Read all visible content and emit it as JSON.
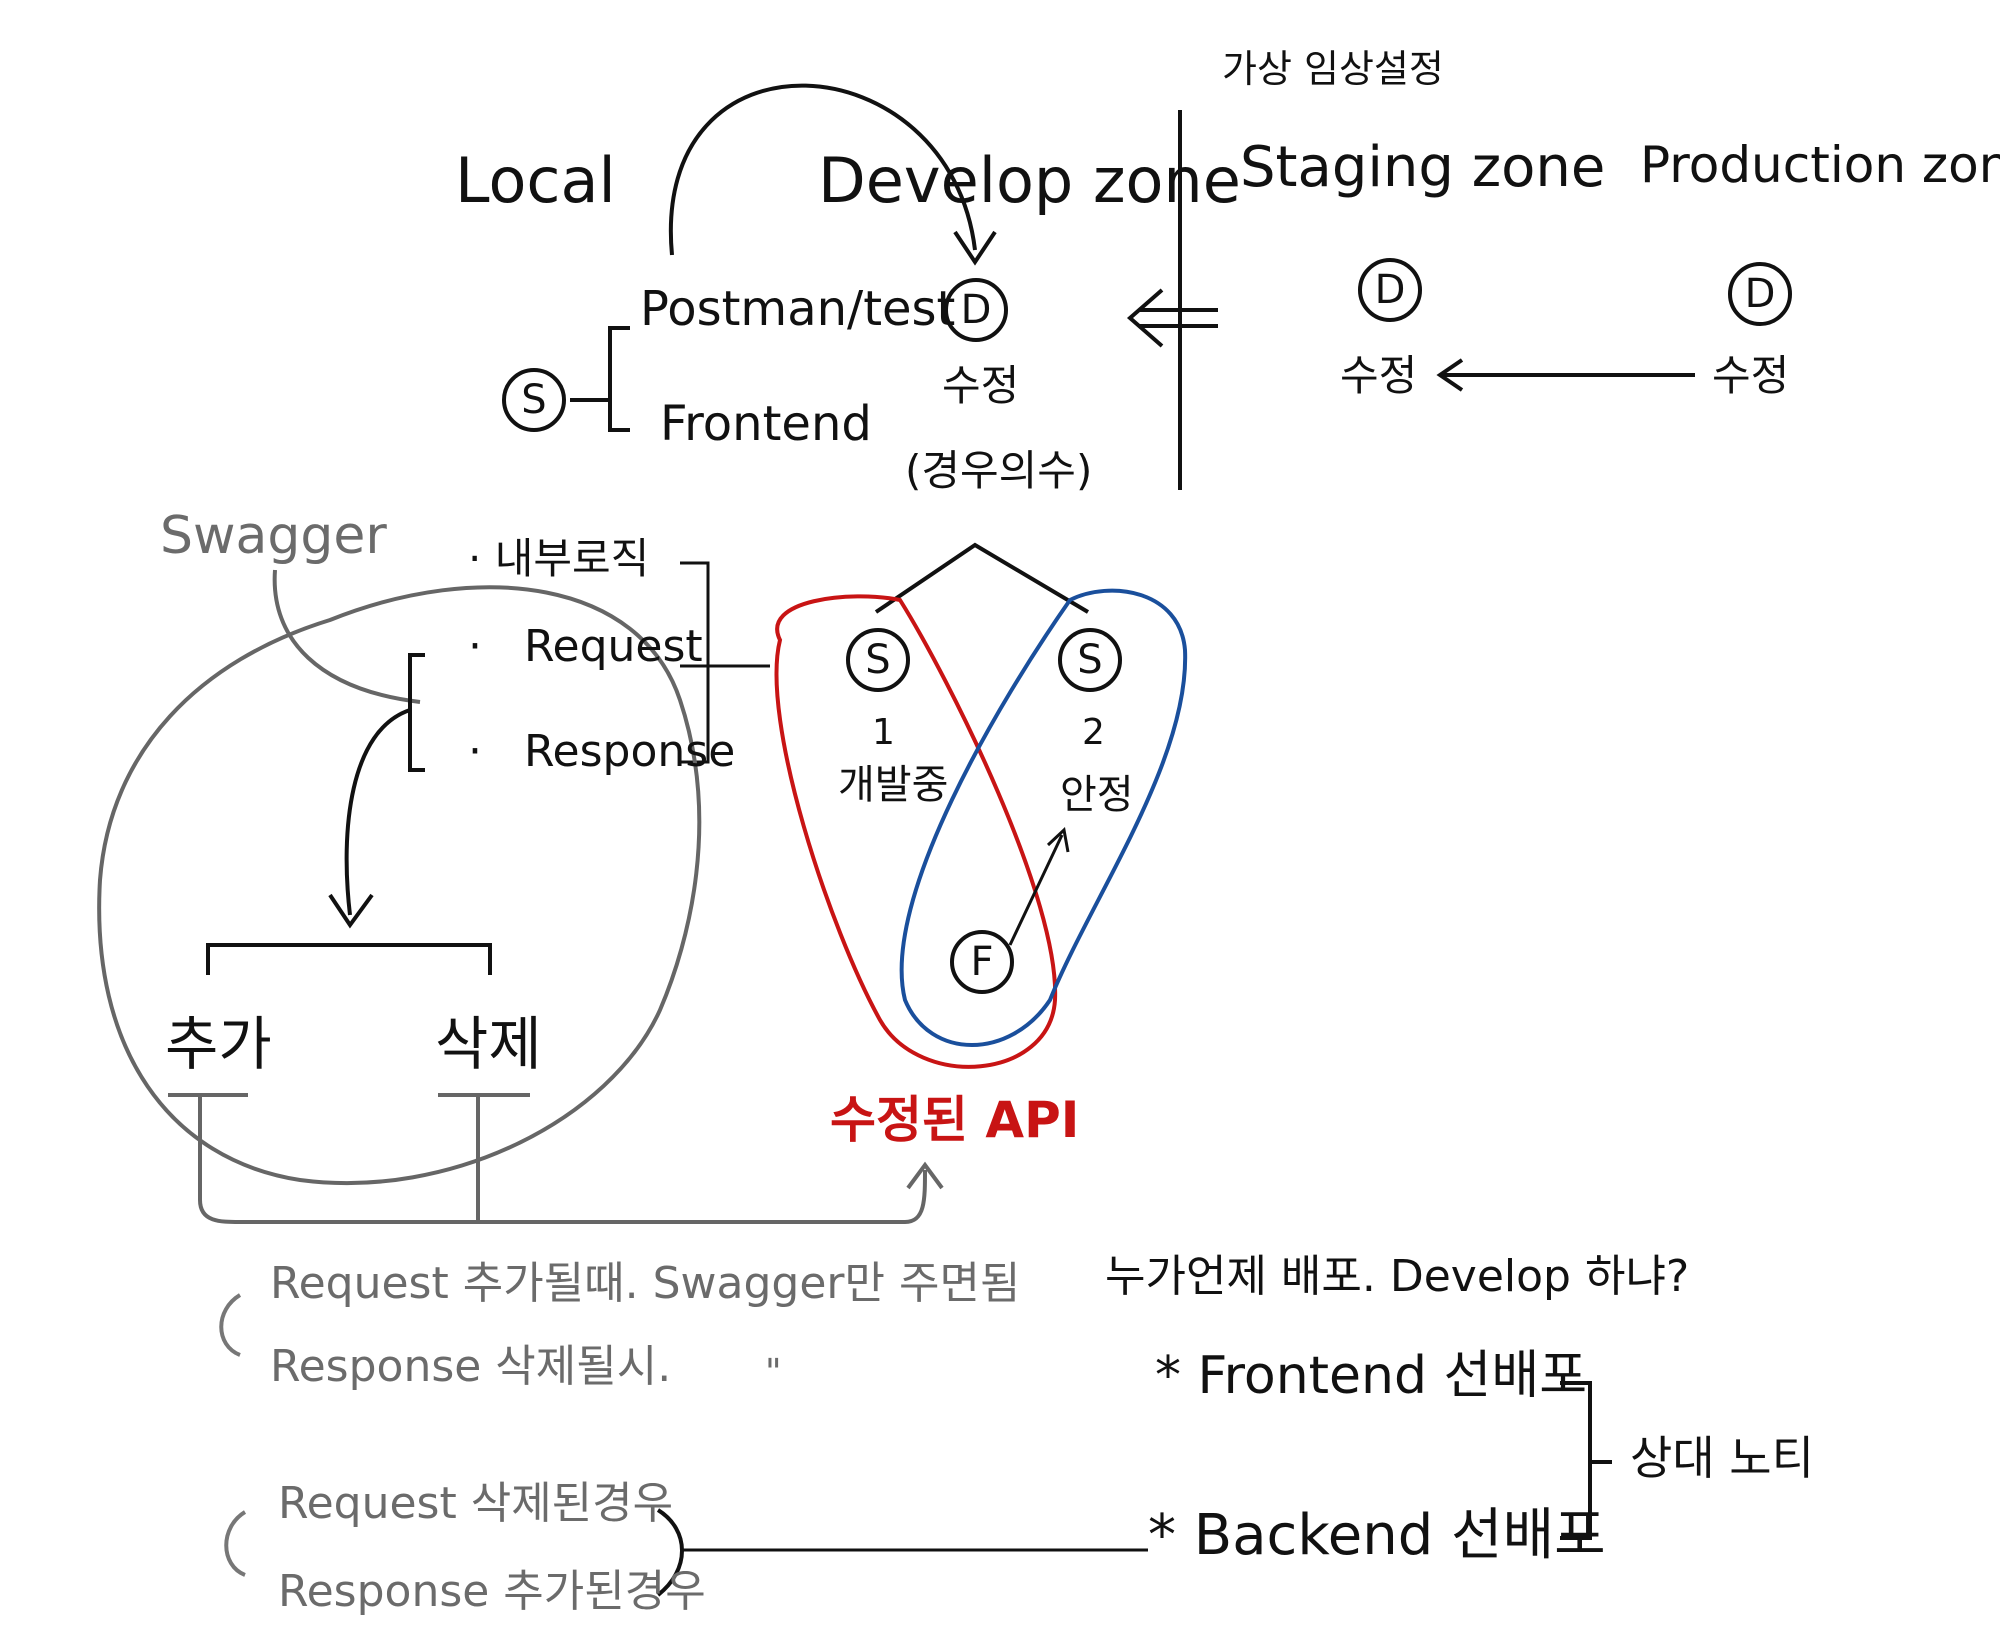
{
  "header": {
    "virtual_env_note": "가상 임상설정"
  },
  "zones": {
    "local": "Local",
    "develop": "Develop zone",
    "staging": "Staging zone",
    "production": "Production zone"
  },
  "nodes": {
    "develop_d": "D",
    "develop_fix": "수정",
    "develop_cases": "(경우의수)",
    "staging_d": "D",
    "staging_fix": "수정",
    "production_d": "D",
    "production_fix": "수정",
    "local_s": "S",
    "local_postman": "Postman/test",
    "local_frontend": "Frontend",
    "s1": "S",
    "s1_num": "1",
    "s1_label": "개발중",
    "s2": "S",
    "s2_num": "2",
    "s2_label": "안정",
    "f": "F"
  },
  "swagger_section": {
    "title": "Swagger",
    "item_internal": "내부로직",
    "item_request": "Request",
    "item_response": "Response",
    "add": "추가",
    "delete": "삭제"
  },
  "modified_api": "수정된 API",
  "notes_block1": {
    "line1": "Request 추가될때. Swagger만 주면됨",
    "line2": "Response 삭제될시.",
    "ditto": "\""
  },
  "notes_block2": {
    "line1": "Request 삭제된경우",
    "line2": "Response 추가된경우"
  },
  "deploy_question": {
    "question": "누가언제 배포. Develop 하냐?",
    "frontend": "* Frontend 선배포",
    "backend": "* Backend 선배포",
    "relative": "상대 노티"
  },
  "colors": {
    "ink": "#111111",
    "gray": "#6b6b6b",
    "red": "#c81414",
    "blue": "#1a4f9c"
  }
}
